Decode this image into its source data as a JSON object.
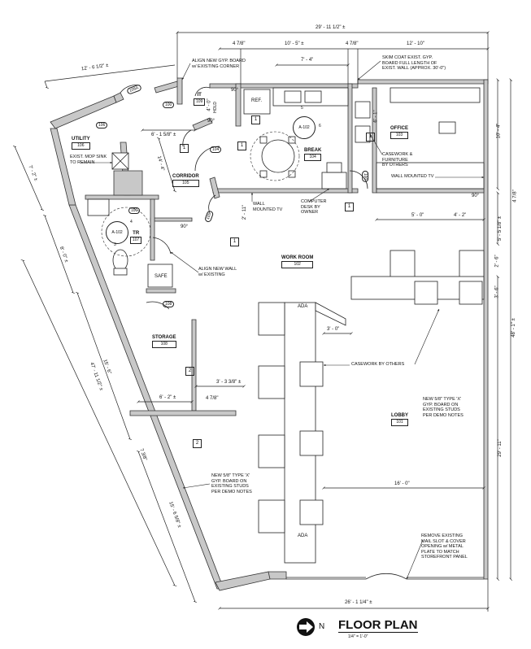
{
  "title": "FLOOR PLAN",
  "scale": "1/4\" = 1'-0\"",
  "north": "N",
  "rooms": [
    {
      "name": "UTILITY",
      "number": "106"
    },
    {
      "name": "IT",
      "number": "109"
    },
    {
      "name": "CORRIDOR",
      "number": "105"
    },
    {
      "name": "BREAK",
      "number": "104"
    },
    {
      "name": "OFFICE",
      "number": "103"
    },
    {
      "name": "WORK ROOM",
      "number": "102"
    },
    {
      "name": "TR",
      "number": "107"
    },
    {
      "name": "STORAGE",
      "number": "108"
    },
    {
      "name": "LOBBY",
      "number": "101"
    }
  ],
  "doors": [
    "106A",
    "106",
    "100",
    "104",
    "105",
    "100",
    "108",
    "100"
  ],
  "keys": [
    "1",
    "1",
    "1",
    "1",
    "1",
    "1",
    "2",
    "2"
  ],
  "section_marks": [
    {
      "label": "A-102",
      "num": "5",
      "num2": "6"
    },
    {
      "label": "A-102",
      "num": "3",
      "num2": "4"
    }
  ],
  "labels": {
    "ref": "REF.",
    "hold": "HOLD",
    "safe": "SAFE",
    "ada": "ADA",
    "ada2": "ADA"
  },
  "dimensions": {
    "overall_top": "29' - 11 1/2\" ±",
    "top_a": "4 7/8\"",
    "top_b": "10' - 5\" ±",
    "top_c": "4 7/8\"",
    "top_d": "12' - 10\"",
    "top_e": "7' - 4\"",
    "diag_top": "12' - 6 1/2\" ±",
    "left_a": "7' - 2\" ±",
    "left_b": "8' - 0\" ±",
    "left_c": "47' - 11 1/2\" ±",
    "left_d": "15' - 6\"",
    "left_e": "15' - 6 5/8\" ±",
    "right_a": "10' - 4\"",
    "right_b": "4 7/8\"",
    "right_c": "5' - 5 1/8\" ±",
    "right_d": "2' - 6\"",
    "right_e": "3' - 6\"",
    "right_f": "48' - 1\" ±",
    "right_g": "29' - 11\"",
    "corr_a": "6' - 1 5/8\" ±",
    "corr_b": "14' - 4\"",
    "it_a": "4' - 0\"",
    "angle_a": "90°",
    "angle_b": "90°",
    "angle_c": "90°",
    "angle_d": "90°",
    "tv_a": "2' - 11\"",
    "office_a": "6' - 1\"",
    "office_b": "5' - 0\"",
    "office_c": "4' - 2\"",
    "work_a": "3' - 0\"",
    "stor_a": "3' - 3 3/8\" ±",
    "stor_b": "6' - 2\" ±",
    "stor_c": "4 7/8\"",
    "stor_d": "7 3/8\"",
    "lobby_a": "16' - 0\"",
    "bottom": "26' - 1 1/4\" ±"
  },
  "notes": {
    "n1": [
      "ALIGN NEW GYP. BOARD",
      "w/ EXISTING CORNER"
    ],
    "n2": [
      "SKIM COAT EXIST. GYP.",
      "BOARD FULL LENGTH OF",
      "EXIST. WALL (APPROX. 30'-0\")"
    ],
    "n3": [
      "EXIST. MOP SINK",
      "TO REMAIN"
    ],
    "n4": [
      "CASEWORK &",
      "FURNITURE",
      "BY OTHERS"
    ],
    "n5": [
      "WALL MOUNTED TV"
    ],
    "n6": [
      "WALL",
      "MOUNTED TV"
    ],
    "n7": [
      "COMPUTER",
      "DESK BY",
      "OWNER"
    ],
    "n8": [
      "ALIGN NEW WALL",
      "w/ EXISTING"
    ],
    "n9": [
      "CASEWORK BY OTHERS"
    ],
    "n10": [
      "NEW 5/8\" TYPE 'X'",
      "GYP. BOARD ON",
      "EXISTING STUDS",
      "PER DEMO NOTES"
    ],
    "n11": [
      "NEW 5/8\" TYPE 'X'",
      "GYP. BOARD ON",
      "EXISTING STUDS",
      "PER DEMO NOTES"
    ],
    "n12": [
      "REMOVE EXISTING",
      "MAIL SLOT & COVER",
      "OPENING w/ METAL",
      "PLATE TO MATCH",
      "STOREFRONT PANEL"
    ]
  }
}
